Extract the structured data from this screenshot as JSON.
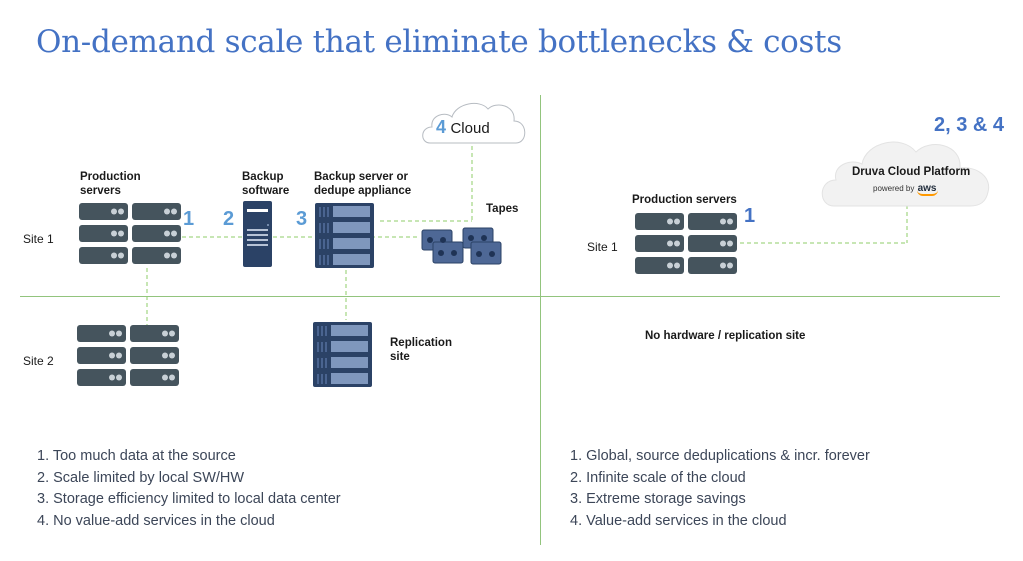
{
  "title": "On-demand scale that eliminate bottlenecks & costs",
  "left_panel": {
    "site1_label": "Site 1",
    "site2_label": "Site 2",
    "production_servers_label_line1": "Production",
    "production_servers_label_line2": "servers",
    "backup_software_label_line1": "Backup",
    "backup_software_label_line2": "software",
    "backup_server_label_line1": "Backup server or",
    "backup_server_label_line2": "dedupe appliance",
    "tapes_label": "Tapes",
    "cloud_number": "4",
    "cloud_label": "Cloud",
    "replication_label_line1": "Replication",
    "replication_label_line2": "site",
    "step_numbers": [
      "1",
      "2",
      "3"
    ],
    "issues": [
      "1. Too much data at the source",
      "2. Scale limited by local SW/HW",
      "3. Storage efficiency limited to local data center",
      "4. No value-add services in the cloud"
    ]
  },
  "right_panel": {
    "site1_label": "Site 1",
    "production_servers_label": "Production servers",
    "step_number": "1",
    "cloud_numbers": "2, 3 & 4",
    "cloud_title": "Druva Cloud Platform",
    "cloud_powered_by": "powered by",
    "cloud_brand": "aws",
    "no_hardware_label": "No hardware / replication site",
    "benefits": [
      "1. Global, source deduplications & incr. forever",
      "2. Infinite scale of the cloud",
      "3. Extreme storage savings",
      "4. Value-add services in the cloud"
    ]
  },
  "colors": {
    "title": "#4472c4",
    "step_number": "#5b9bd5",
    "divider": "#92c47d",
    "server_gray": "#45545d",
    "server_navy": "#2b4266",
    "list_text": "#3c4658"
  }
}
